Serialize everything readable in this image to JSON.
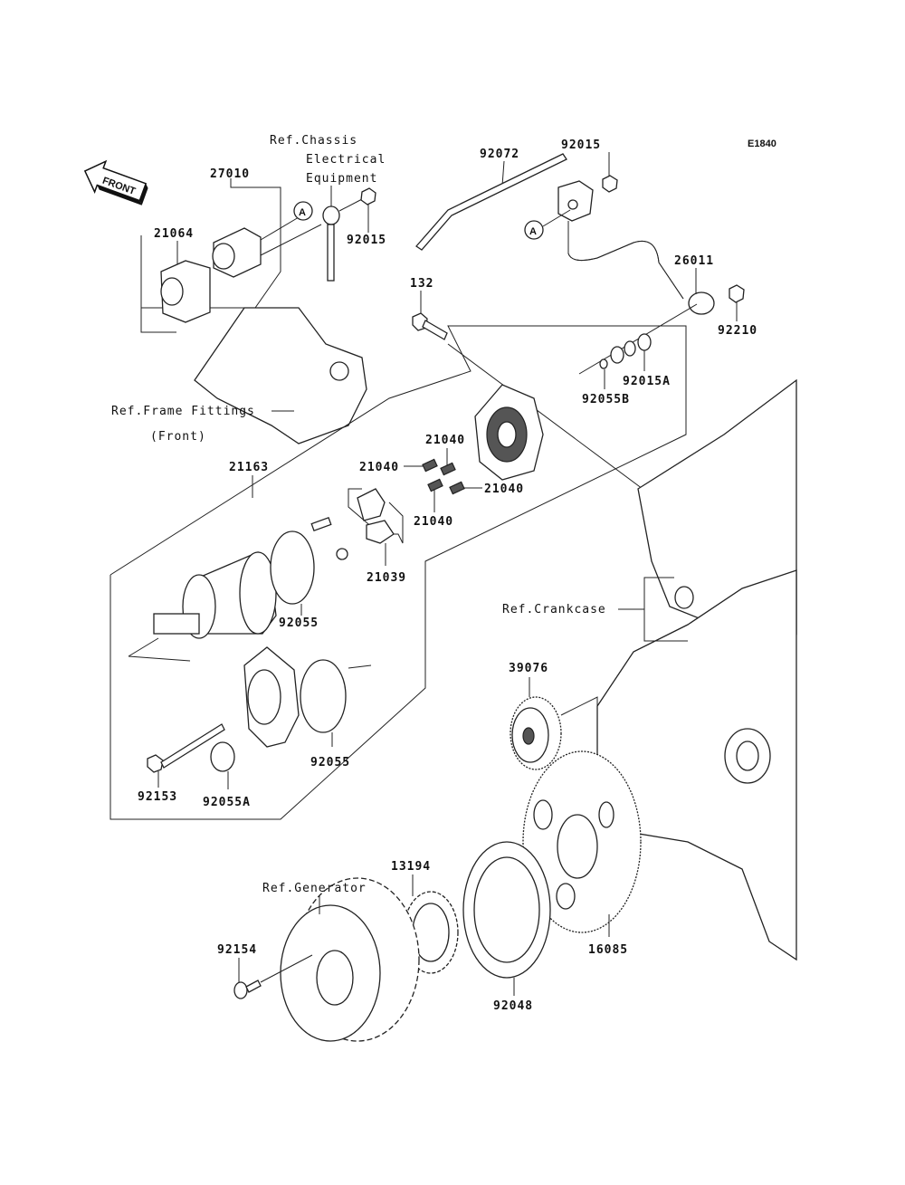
{
  "diagram": {
    "code": "E1840",
    "front_arrow": "FRONT",
    "callout_marker": "A",
    "labels": {
      "p27010": "27010",
      "p21064": "21064",
      "p92015_a": "92015",
      "p92015_b": "92015",
      "p92072": "92072",
      "p26011": "26011",
      "p92210": "92210",
      "p132": "132",
      "p92015A": "92015A",
      "p92055B": "92055B",
      "p21163": "21163",
      "p21040_a": "21040",
      "p21040_b": "21040",
      "p21040_c": "21040",
      "p21040_d": "21040",
      "p21039": "21039",
      "p92055_a": "92055",
      "p92055_b": "92055",
      "p92153": "92153",
      "p92055A": "92055A",
      "p39076": "39076",
      "p13194": "13194",
      "p92154": "92154",
      "p92048": "92048",
      "p16085": "16085"
    },
    "refs": {
      "chassis_1": "Ref.Chassis",
      "chassis_2": "Electrical",
      "chassis_3": "Equipment",
      "frame_1": "Ref.Frame Fittings",
      "frame_2": "(Front)",
      "crankcase": "Ref.Crankcase",
      "generator": "Ref.Generator"
    }
  }
}
